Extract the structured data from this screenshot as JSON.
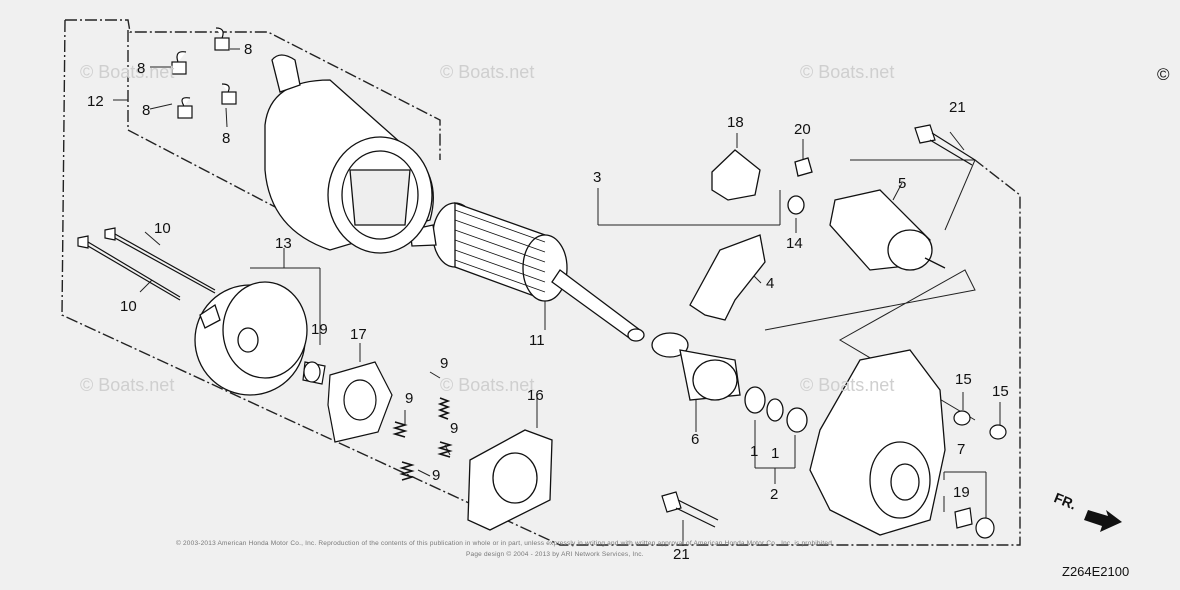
{
  "diagram": {
    "code": "Z264E2100",
    "corner_symbol": "©",
    "front_label": "FR.",
    "watermark_text": "© Boats.net",
    "copyright_line1": "© 2003-2013 American Honda Motor Co., Inc. Reproduction of the contents of this publication in whole or in part, unless expressly in writing and with written approval of American Honda Motor Co., Inc. is prohibited.",
    "copyright_line2": "Page design © 2004 - 2013 by ARI Network Services, Inc."
  },
  "callouts": {
    "c1a": "1",
    "c1b": "1",
    "c2": "2",
    "c3": "3",
    "c4": "4",
    "c5": "5",
    "c6": "6",
    "c7": "7",
    "c8a": "8",
    "c8b": "8",
    "c8c": "8",
    "c8d": "8",
    "c9a": "9",
    "c9b": "9",
    "c9c": "9",
    "c9d": "9",
    "c10a": "10",
    "c10b": "10",
    "c11": "11",
    "c12": "12",
    "c13": "13",
    "c14": "14",
    "c15a": "15",
    "c15b": "15",
    "c16": "16",
    "c17": "17",
    "c18": "18",
    "c19a": "19",
    "c19b": "19",
    "c20": "20",
    "c21a": "21",
    "c21b": "21"
  }
}
